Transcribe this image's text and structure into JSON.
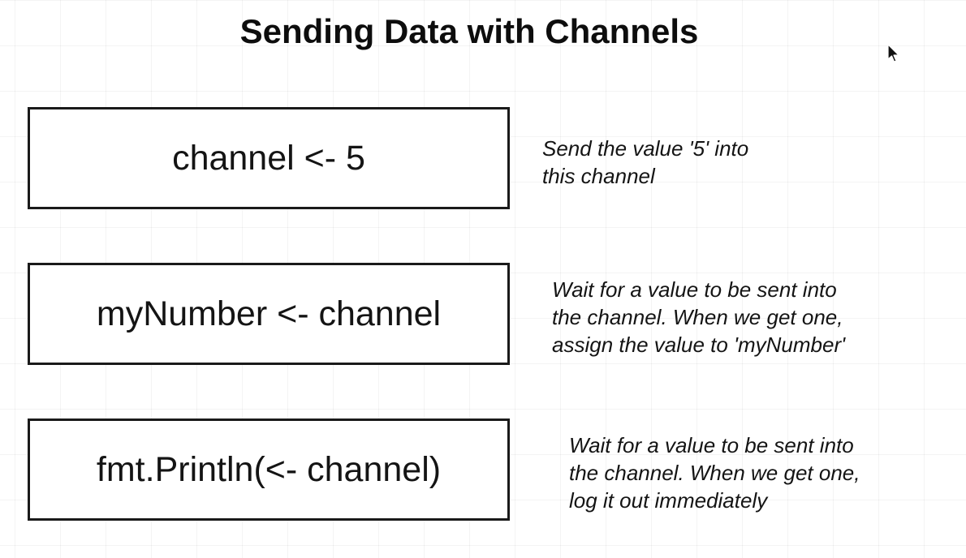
{
  "title": "Sending Data with Channels",
  "rows": [
    {
      "code": "channel <- 5",
      "note_lines": [
        "Send the value '5' into",
        "this channel"
      ]
    },
    {
      "code": "myNumber <- channel",
      "note_lines": [
        "Wait for a value to be sent into",
        "the channel.  When we get one,",
        "assign the value to 'myNumber'"
      ]
    },
    {
      "code": "fmt.Println(<- channel)",
      "note_lines": [
        "Wait for a value to be sent into",
        "the channel.  When we get one,",
        "log it out immediately"
      ]
    }
  ],
  "colors": {
    "background": "#ffffff",
    "ink": "#111111",
    "grid": "#ececec"
  },
  "icons": [
    "mouse-pointer-icon"
  ]
}
